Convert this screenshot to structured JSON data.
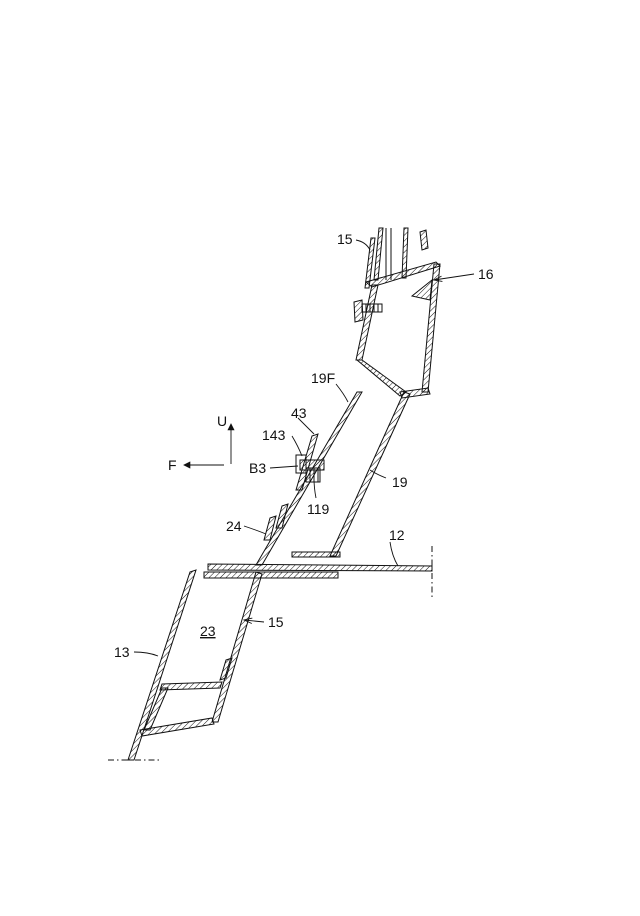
{
  "figure": {
    "labels": {
      "l15_top": "15",
      "l16": "16",
      "l19F": "19F",
      "l43": "43",
      "l143": "143",
      "lB3": "B3",
      "l119": "119",
      "l19": "19",
      "l24": "24",
      "l12": "12",
      "l23": "23",
      "l15_bottom": "15",
      "l13": "13"
    },
    "direction_indicator": {
      "up": "U",
      "forward": "F"
    }
  }
}
